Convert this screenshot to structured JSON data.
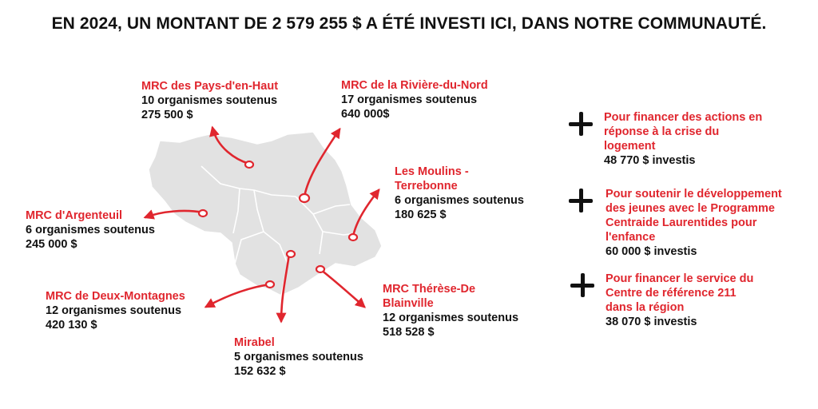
{
  "headline": "EN 2024, UN MONTANT DE 2 579 255 $ A ÉTÉ INVESTI ICI, DANS NOTRE COMMUNAUTÉ.",
  "colors": {
    "accent": "#e0262e",
    "map_fill": "#e2e2e2",
    "text": "#111111"
  },
  "regions": {
    "pays_d_en_haut": {
      "name": "MRC des Pays-d'en-Haut",
      "orgs": "10 organismes soutenus",
      "amount": "275 500 $"
    },
    "riviere_du_nord": {
      "name": "MRC de la Rivière-du-Nord",
      "orgs": "17 organismes soutenus",
      "amount": "640 000$"
    },
    "les_moulins": {
      "name_line1": "Les Moulins -",
      "name_line2": "Terrebonne",
      "orgs": "6 organismes soutenus",
      "amount": "180 625 $"
    },
    "argenteuil": {
      "name": "MRC d'Argenteuil",
      "orgs": "6 organismes soutenus",
      "amount": "245 000 $"
    },
    "deux_montagnes": {
      "name": "MRC de Deux-Montagnes",
      "orgs": "12 organismes soutenus",
      "amount": "420 130 $"
    },
    "therese_de_blainville": {
      "name_line1": "MRC Thérèse-De",
      "name_line2": "Blainville",
      "orgs": "12 organismes soutenus",
      "amount": "518 528 $"
    },
    "mirabel": {
      "name": "Mirabel",
      "orgs": "5 organismes soutenus",
      "amount": "152 632 $"
    }
  },
  "investments": [
    {
      "lines": [
        "Pour financer des actions en",
        "réponse à la crise du",
        "logement"
      ],
      "amount": "48 770 $ investis",
      "icon": "plus-icon"
    },
    {
      "lines": [
        "Pour soutenir le développement",
        "des jeunes avec le Programme",
        "Centraide Laurentides pour",
        "l'enfance"
      ],
      "amount": "60 000 $ investis",
      "icon": "plus-icon"
    },
    {
      "lines": [
        "Pour financer le service du",
        "Centre de référence 211",
        "dans la région"
      ],
      "amount": "38 070 $ investis",
      "icon": "plus-icon"
    }
  ]
}
